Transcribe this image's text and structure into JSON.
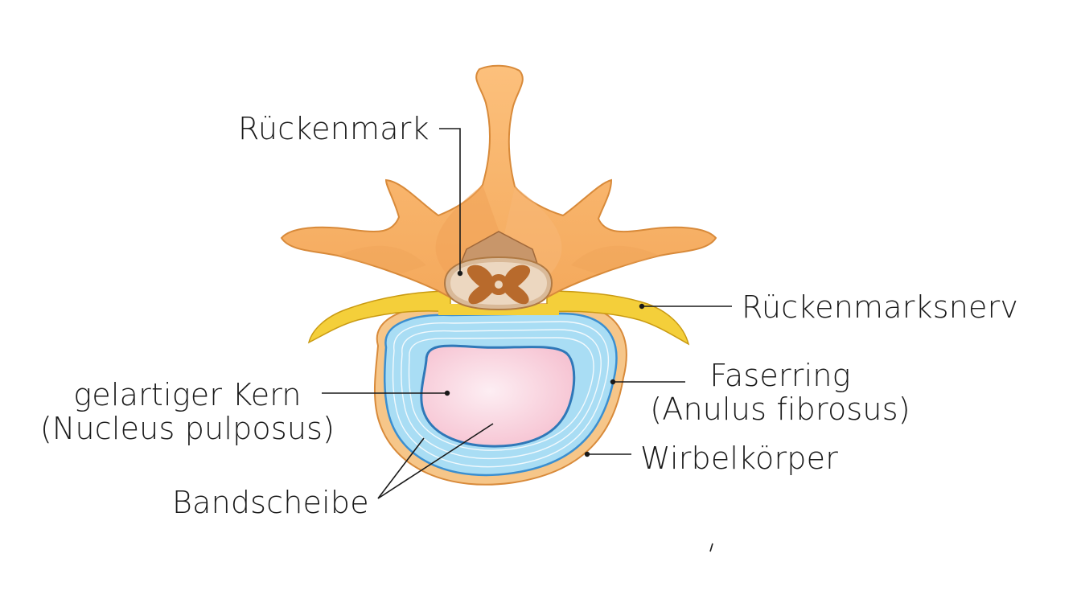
{
  "labels": {
    "spinal_cord": "Rückenmark",
    "spinal_nerve": "Rückenmarksnerv",
    "nucleus_line1": "gelartiger Kern",
    "nucleus_line2": "(Nucleus pulposus)",
    "annulus_line1": "Faserring",
    "annulus_line2": "(Anulus fibrosus)",
    "vertebral_body": "Wirbelkörper",
    "disc": "Bandscheibe"
  },
  "colors": {
    "bone": "#f6b46a",
    "bone_outline": "#d88a3a",
    "nerve": "#f4cf3a",
    "annulus": "#a9ddf4",
    "annulus_ring": "#3b8fd0",
    "nucleus": "#f9cfdb",
    "cord_matter": "#e7ccb0",
    "grey_matter": "#b86a2c"
  }
}
